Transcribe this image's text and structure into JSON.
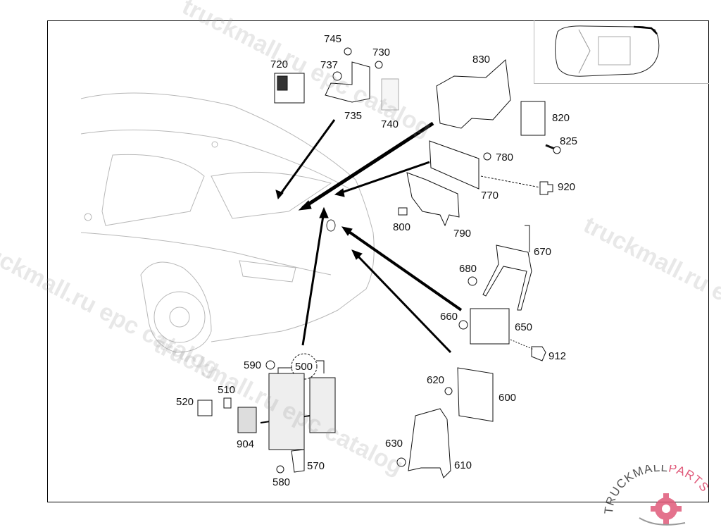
{
  "diagram": {
    "title": "Rear control units and fuse box exploded view",
    "part_labels": [
      {
        "id": "745",
        "text": "745"
      },
      {
        "id": "730",
        "text": "730"
      },
      {
        "id": "720",
        "text": "720"
      },
      {
        "id": "737",
        "text": "737"
      },
      {
        "id": "735",
        "text": "735"
      },
      {
        "id": "740",
        "text": "740"
      },
      {
        "id": "830",
        "text": "830"
      },
      {
        "id": "820",
        "text": "820"
      },
      {
        "id": "825",
        "text": "825"
      },
      {
        "id": "780",
        "text": "780"
      },
      {
        "id": "920",
        "text": "920"
      },
      {
        "id": "770",
        "text": "770"
      },
      {
        "id": "800",
        "text": "800"
      },
      {
        "id": "790",
        "text": "790"
      },
      {
        "id": "670",
        "text": "670"
      },
      {
        "id": "680",
        "text": "680"
      },
      {
        "id": "660",
        "text": "660"
      },
      {
        "id": "650",
        "text": "650"
      },
      {
        "id": "912",
        "text": "912"
      },
      {
        "id": "590",
        "text": "590"
      },
      {
        "id": "500",
        "text": "500"
      },
      {
        "id": "510",
        "text": "510"
      },
      {
        "id": "520",
        "text": "520"
      },
      {
        "id": "904",
        "text": "904"
      },
      {
        "id": "570",
        "text": "570"
      },
      {
        "id": "580",
        "text": "580"
      },
      {
        "id": "620",
        "text": "620"
      },
      {
        "id": "600",
        "text": "600"
      },
      {
        "id": "630",
        "text": "630"
      },
      {
        "id": "610",
        "text": "610"
      }
    ]
  },
  "watermarks": {
    "w1": "truckmall.ru epc catalog",
    "w2": "truckmall.ru epc catalog",
    "w3": "truckmall.ru epc catalog",
    "w4": "truckmall.ru epc catalog"
  },
  "logo": {
    "text_left": "TRUCKMALL",
    "text_right": "PARTS",
    "accent_color": "#e05a7a"
  }
}
